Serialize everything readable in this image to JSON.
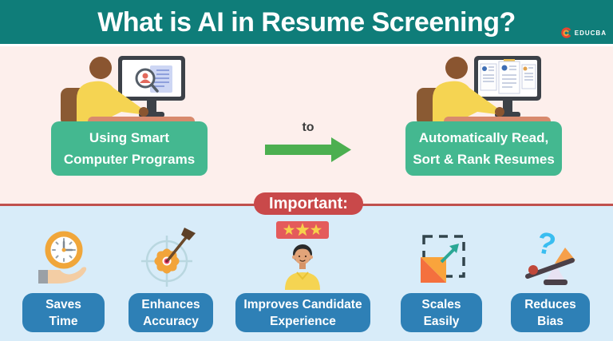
{
  "header": {
    "title": "What is AI in Resume Screening?",
    "brand": "EDUCBA"
  },
  "flow": {
    "left_box": {
      "line1": "Using Smart",
      "line2": "Computer Programs"
    },
    "connector_label": "to",
    "right_box": {
      "line1": "Automatically Read,",
      "line2": "Sort & Rank Resumes"
    }
  },
  "divider": {
    "label": "Important:"
  },
  "benefits": [
    {
      "icon": "clock-in-hand-icon",
      "line1": "Saves",
      "line2": "Time"
    },
    {
      "icon": "target-gear-arrow-icon",
      "line1": "Enhances",
      "line2": "Accuracy"
    },
    {
      "icon": "candidate-stars-icon",
      "line1": "Improves Candidate",
      "line2": "Experience"
    },
    {
      "icon": "scale-expand-icon",
      "line1": "Scales",
      "line2": "Easily"
    },
    {
      "icon": "seesaw-question-icon",
      "line1": "Reduces",
      "line2": "Bias"
    }
  ],
  "colors": {
    "header_teal": "#0f7d79",
    "pink_bg": "#fdefec",
    "blue_bg": "#d8ecf9",
    "green_box": "#44b890",
    "red_accent": "#c9494a",
    "blue_box": "#2e80b6",
    "arrow_green": "#4caf50"
  }
}
